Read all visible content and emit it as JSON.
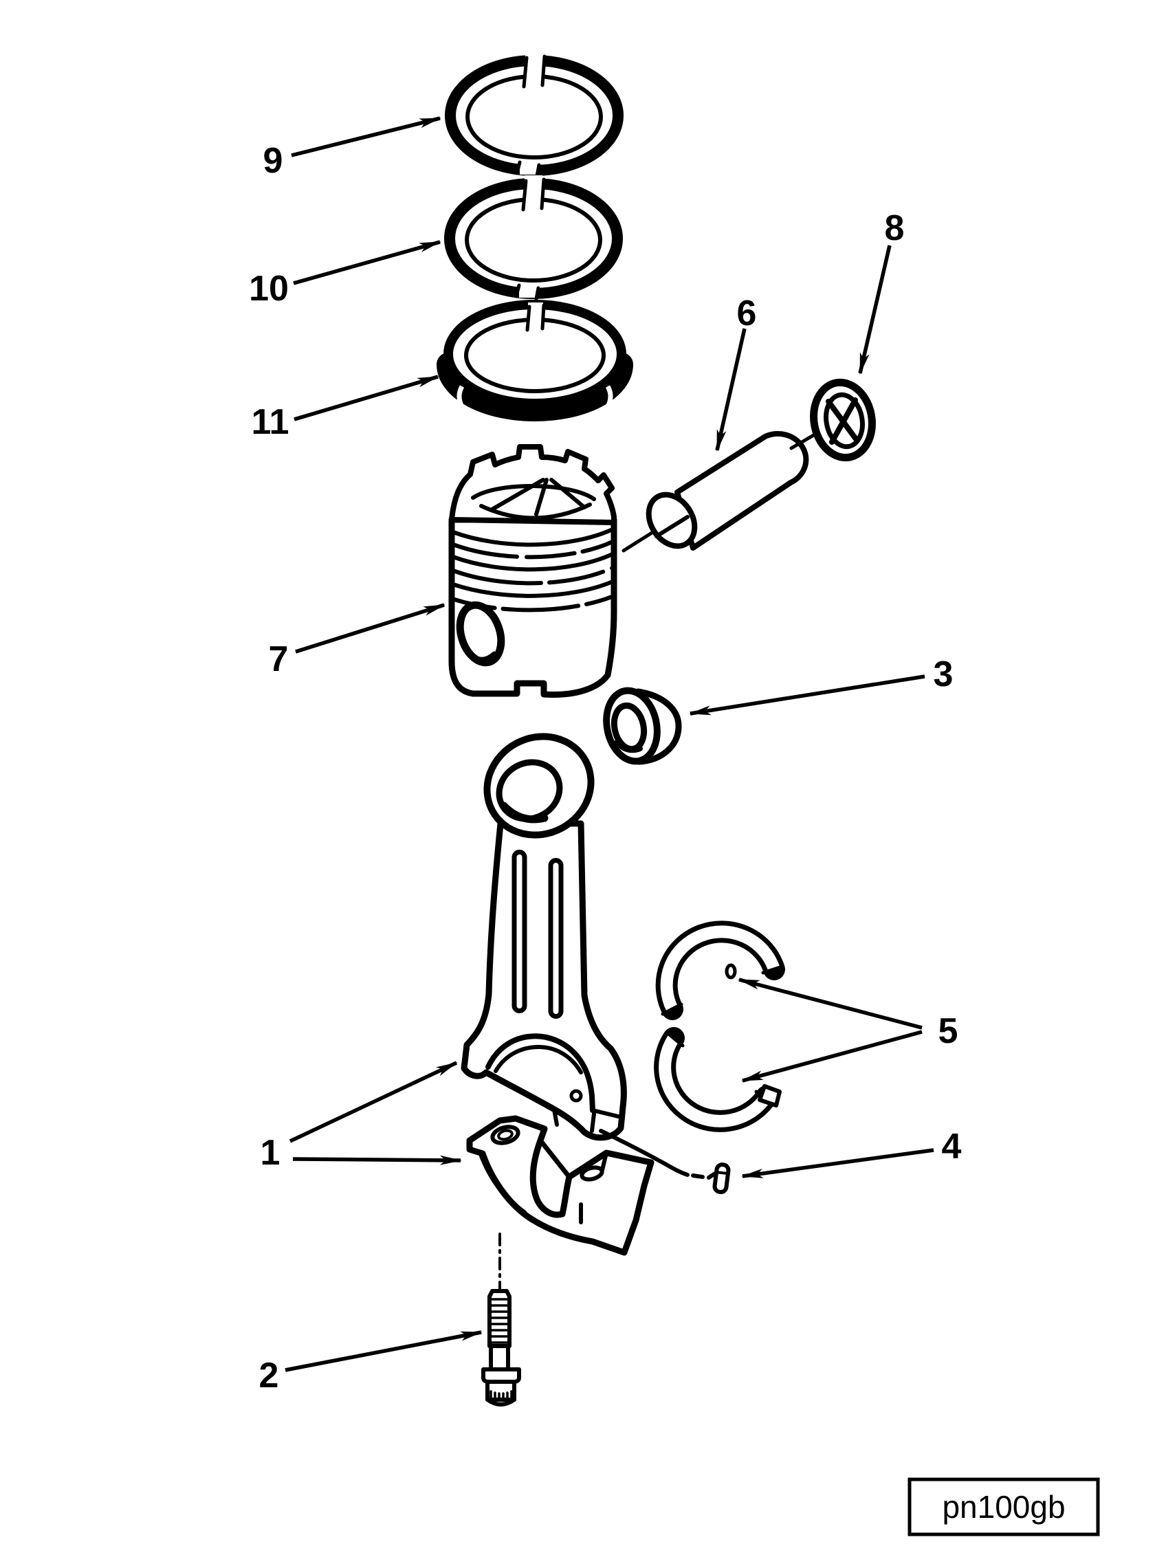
{
  "figure": {
    "type": "exploded-parts-diagram",
    "code": "pn100gb",
    "paper": "#ffffff",
    "ink": "#000000"
  },
  "callouts": [
    {
      "label": "1",
      "part": "connecting-rod-and-cap"
    },
    {
      "label": "2",
      "part": "rod-cap-bolt"
    },
    {
      "label": "3",
      "part": "piston-pin-bushing"
    },
    {
      "label": "4",
      "part": "dowel-pin"
    },
    {
      "label": "5",
      "part": "bearing-shells"
    },
    {
      "label": "6",
      "part": "piston-pin"
    },
    {
      "label": "7",
      "part": "piston"
    },
    {
      "label": "8",
      "part": "pin-retaining-ring"
    },
    {
      "label": "9",
      "part": "top-compression-ring"
    },
    {
      "label": "10",
      "part": "second-compression-ring"
    },
    {
      "label": "11",
      "part": "oil-control-ring"
    }
  ]
}
